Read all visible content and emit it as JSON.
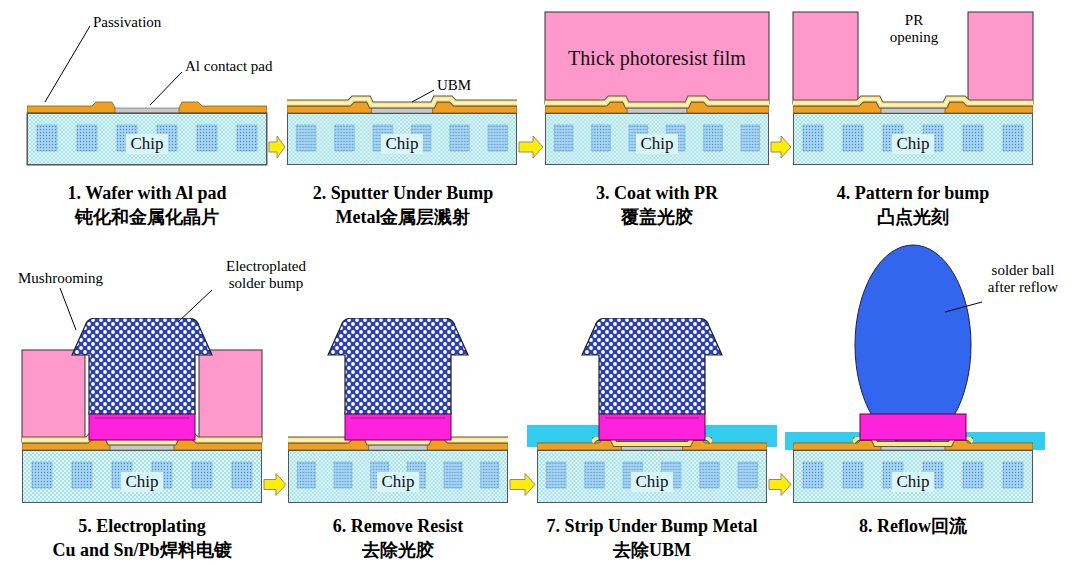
{
  "diagram": {
    "nodes": [
      {
        "text": [
          "Chip"
        ]
      },
      {
        "text": [
          "Chip"
        ]
      },
      {
        "text": [
          "Thick photoresist film"
        ]
      },
      {
        "text": [
          "Chip"
        ]
      },
      {
        "text": [
          "Chip"
        ]
      },
      {
        "text": [
          "Chip"
        ]
      },
      {
        "text": [
          "Chip"
        ]
      },
      {
        "text": [
          "Chip"
        ]
      },
      {
        "text": [
          "Chip"
        ]
      }
    ],
    "edges": [
      {
        "from": 0,
        "to": 1,
        "arrow": "to"
      },
      {
        "from": 1,
        "to": 3,
        "arrow": "to"
      },
      {
        "from": 3,
        "to": 4,
        "arrow": "to"
      },
      {
        "from": 5,
        "to": 6,
        "arrow": "to"
      },
      {
        "from": 6,
        "to": 7,
        "arrow": "to"
      },
      {
        "from": 7,
        "to": 8,
        "arrow": "to"
      }
    ],
    "labels": [
      "Passivation",
      "Al contact pad",
      "UBM",
      "PR opening",
      "1. Wafer with Al pad",
      "钝化和金属化晶片",
      "2. Sputter Under Bump",
      "Metal金属层溅射",
      "3. Coat with PR",
      "覆盖光胶",
      "4. Pattern for bump",
      "凸点光刻",
      "Mushrooming",
      "Electroplated solder bump",
      "5. Electroplating",
      "Cu and Sn/Pb焊料电镀",
      "6. Remove Resist",
      "去除光胶",
      "7. Strip Under Bump Metal",
      "去除UBM",
      "8. Reflow回流",
      "solder ball after reflow"
    ]
  }
}
